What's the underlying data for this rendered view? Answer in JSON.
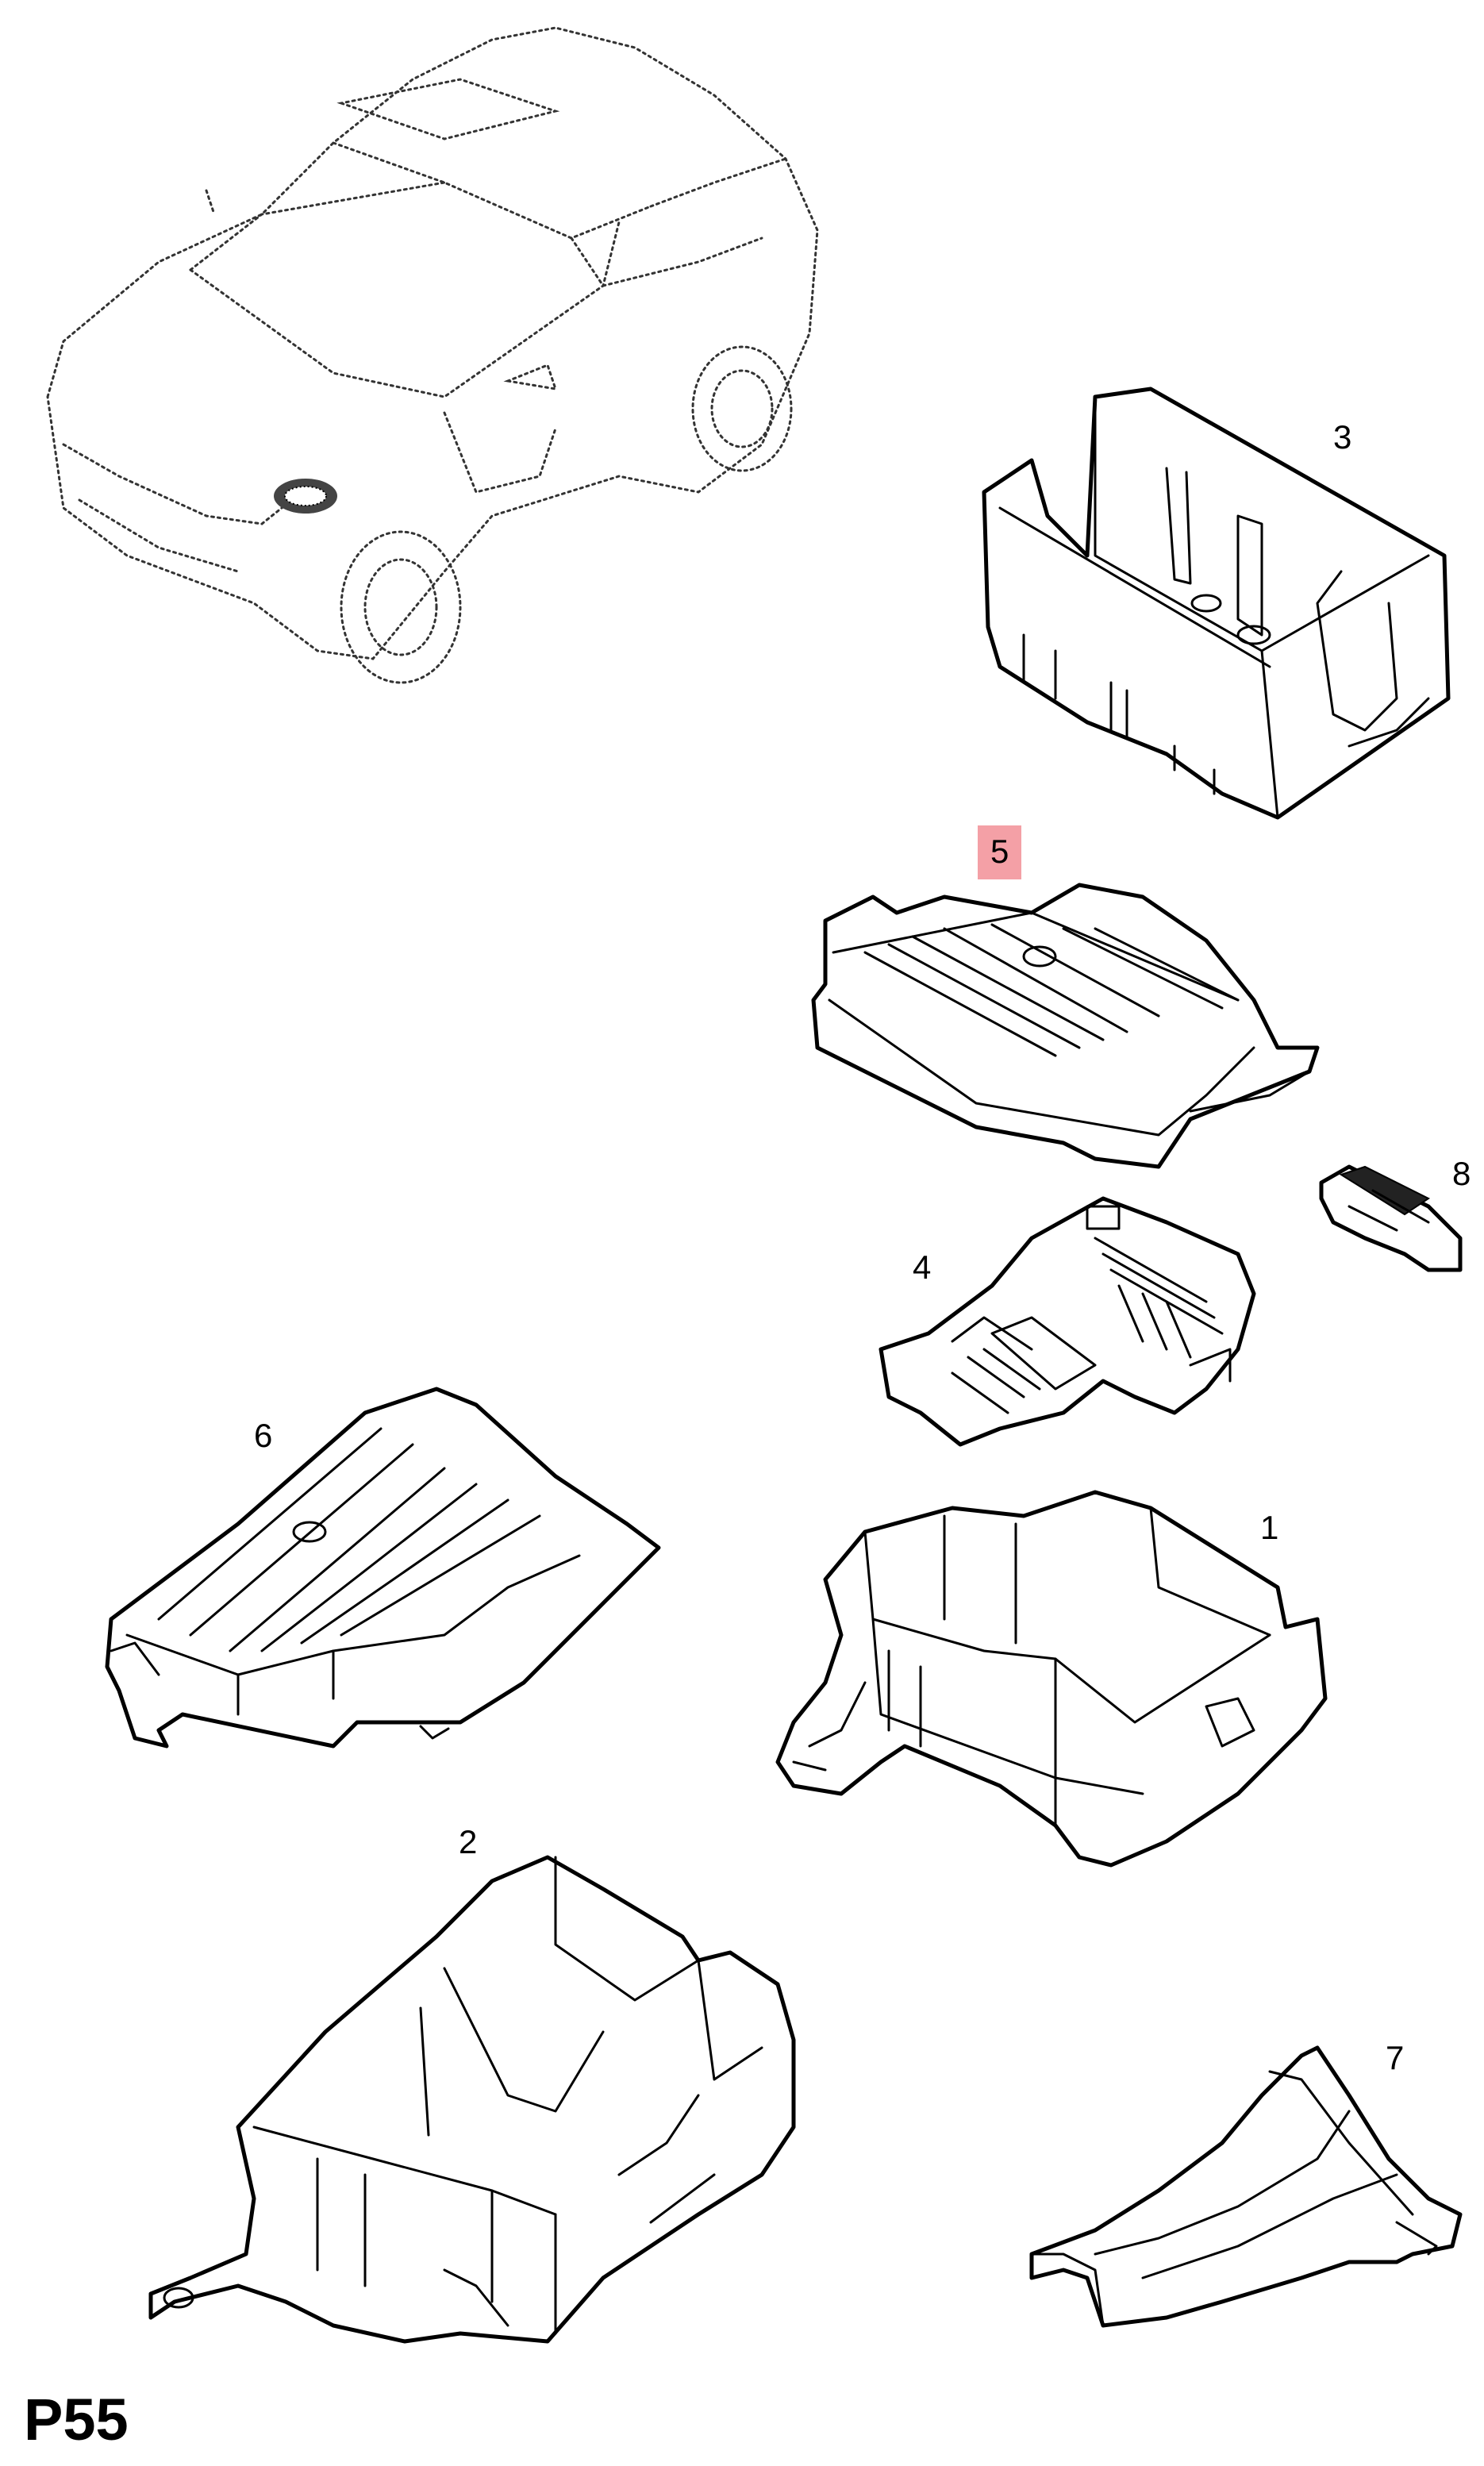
{
  "diagram": {
    "page_code": "P55",
    "highlighted_part": "5",
    "parts": [
      {
        "number": "1",
        "icon": "fuse-box-housing-icon"
      },
      {
        "number": "2",
        "icon": "fuse-box-bracket-icon"
      },
      {
        "number": "3",
        "icon": "battery-terminal-cover-icon"
      },
      {
        "number": "4",
        "icon": "relay-fuse-block-icon"
      },
      {
        "number": "5",
        "icon": "fuse-box-lid-icon"
      },
      {
        "number": "6",
        "icon": "fuse-box-cover-icon"
      },
      {
        "number": "7",
        "icon": "cable-duct-icon"
      },
      {
        "number": "8",
        "icon": "clip-icon"
      }
    ],
    "highlight_color": "#f4a0a6"
  }
}
